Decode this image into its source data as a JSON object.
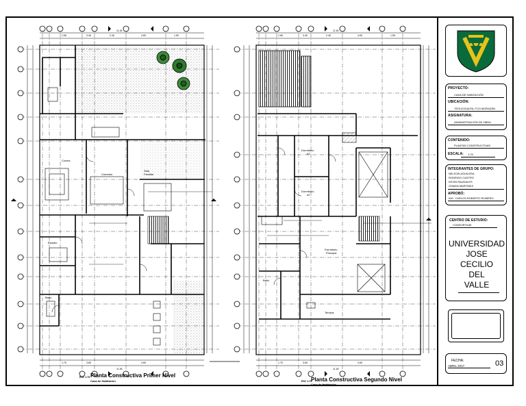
{
  "plans": [
    {
      "title": "Planta Constructiva Primer Nivel",
      "subtitle": "Casa de Habitación",
      "scale_label": "ESC 1:75",
      "rooms": [
        "Cocina",
        "Comedor",
        "Sala Familiar",
        "Estudio",
        "Baño"
      ]
    },
    {
      "title": "Planta Constructiva Segundo Nivel",
      "subtitle": "Casa de Habitación",
      "scale_label": "ESC 1:75",
      "rooms": [
        "Dormitorio #3",
        "Dormitorio #2",
        "Dormitorio Principal",
        "Baño",
        "Terraza"
      ]
    }
  ],
  "title_block": {
    "project_label": "PROYECTO:",
    "project_value": "CASA DE HABITACIÓN",
    "location_label": "UBICACIÓN:",
    "location_value": "TEGUCIGALPA, FCO MORAZÁN",
    "subject_label": "ASIGNATURA:",
    "subject_value": "ADMINISTRACIÓN DE OBRA",
    "content_label": "CONTENIDO:",
    "content_value": "PLANTAS CONSTRUCTIVAS",
    "scale_label": "ESCALA:",
    "scale_value": "1:75",
    "group_label": "INTEGRANTES DE GRUPO:",
    "group_members": [
      "NELSON AGUILERA",
      "RODRIGO CASTRO",
      "KEVIN RAUDALES",
      "OSMAN MARTINEZ"
    ],
    "approved_label": "APROBÓ:",
    "approved_value": "ING. CARLOS ROBERTO ROMERO",
    "study_center_label": "CENTRO DE ESTUDIO:",
    "study_center_value": "CONSORTIUM",
    "university_lines": [
      "UNIVERSIDAD",
      "JOSE",
      "CECILIO",
      "DEL",
      "VALLE"
    ],
    "date_label": "FECHA:",
    "date_value": "ABRIL 2017",
    "sheet_number": "03"
  },
  "colors": {
    "logo_green": "#0a6b3a",
    "logo_gold": "#e8c21a",
    "hatch": "#555555",
    "line": "#000000"
  },
  "icons": [
    "university-logo-icon",
    "tree-icon",
    "grid-axis-bubble-icon",
    "section-marker-icon"
  ]
}
